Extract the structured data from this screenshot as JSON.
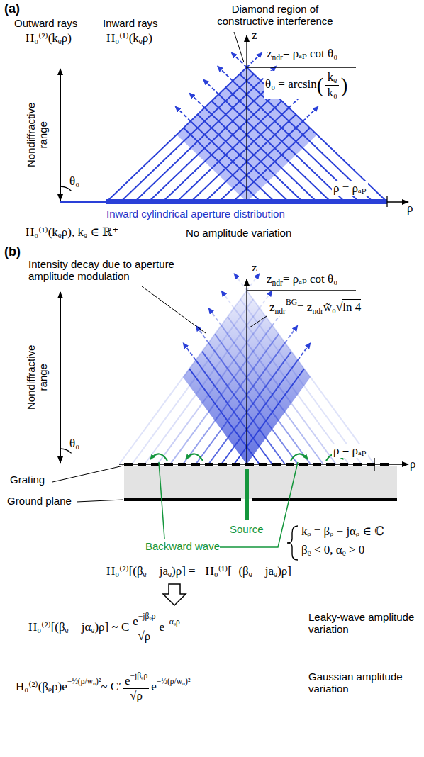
{
  "diagram": {
    "labels": [
      "(a)",
      "Outward rays",
      "H₀⁽²⁾(kᵨρ)",
      "Inward rays",
      "H₀⁽¹⁾(kᵨρ)",
      "Diamond region of constructive interference",
      "z",
      "z",
      "ndr",
      "= ρₐₚ cot θ₀",
      "θ₀ = arcsin",
      "(",
      "kᵨ",
      "k₀",
      ")",
      "Nondiffractive range",
      "θ₀",
      "ρ = ρₐₚ",
      "ρ",
      "Inward cylindrical aperture distribution",
      "H₀⁽¹⁾(kᵨρ), kᵨ ∈ ℝ⁺",
      "No amplitude variation",
      "(b)",
      "Intensity decay due to aperture amplitude modulation",
      "z",
      "z",
      "ndr",
      "= ρₐₚ cot θ₀",
      "z",
      "ndr",
      "BG",
      "= z",
      "ndr",
      "w̃₀√",
      "ln 4",
      "Nondiffractive range",
      "θ₀",
      "Grating",
      "ρ = ρₐₚ",
      "ρ",
      "Ground plane",
      "Source",
      "Backward wave",
      "kᵨ = βᵨ − jαᵨ ∈ ℂ",
      "βᵨ < 0, αᵨ > 0",
      "H₀⁽²⁾[(βᵨ − jaᵨ)ρ] = −H₀⁽¹⁾[−(βᵨ − jaᵨ)ρ]",
      "H₀⁽²⁾[(βᵨ − jαᵨ)ρ] ~ C",
      "e",
      "−jβᵨρ",
      "√ρ",
      "e",
      "−αᵨρ",
      "Leaky-wave amplitude variation",
      "H₀⁽²⁾(βᵨρ)e",
      "−½(ρ/w₀)²",
      "~ C′",
      "e",
      "−jβᵨρ",
      "√ρ",
      "e",
      "−½(ρ/w₀)²",
      "Gaussian amplitude variation"
    ]
  }
}
